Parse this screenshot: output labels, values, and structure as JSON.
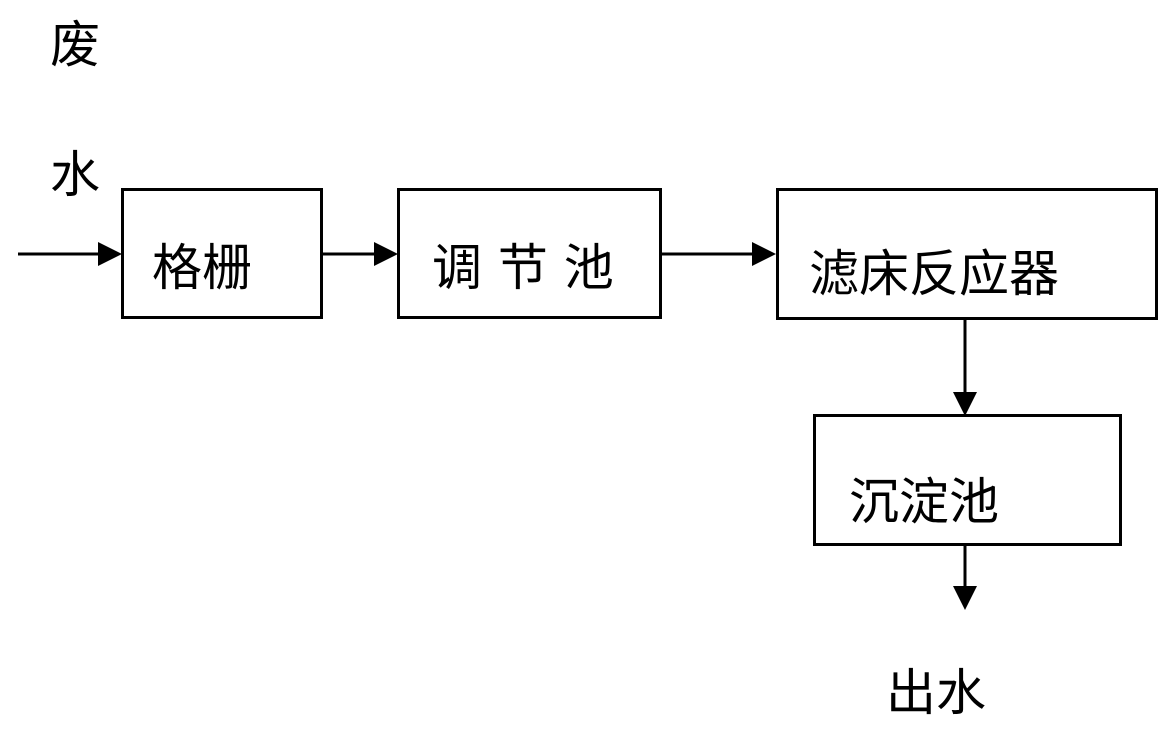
{
  "input_label": {
    "line1": "废",
    "line2": "水"
  },
  "output_label": "出水",
  "steps": [
    {
      "id": "grille",
      "label": "格栅"
    },
    {
      "id": "tank",
      "label": "调 节 池"
    },
    {
      "id": "filter",
      "label": "滤床反应器"
    },
    {
      "id": "sediment",
      "label": "沉淀池"
    }
  ]
}
